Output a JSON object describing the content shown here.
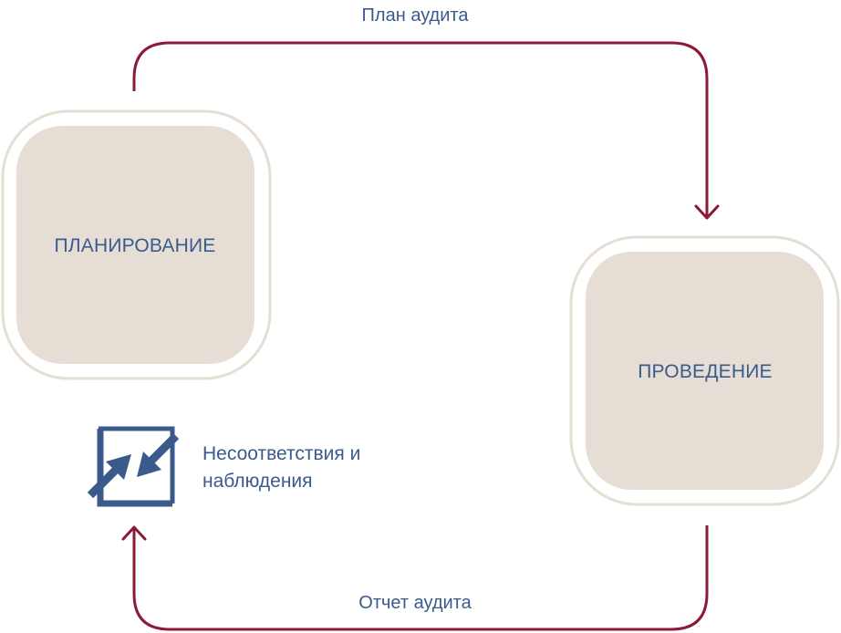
{
  "colors": {
    "arrow": "#8b1a36",
    "node_fill": "#e6ded5",
    "node_border": "#e6ded5",
    "text": "#3b5a8c",
    "icon": "#3b5a8c"
  },
  "nodes": {
    "planning": {
      "label": "ПЛАНИРОВАНИЕ"
    },
    "conducting": {
      "label": "ПРОВЕДЕНИЕ"
    }
  },
  "edges": {
    "audit_plan": {
      "label": "План аудита"
    },
    "audit_report": {
      "label": "Отчет аудита"
    }
  },
  "legend": {
    "icon": "arrows-converge-icon",
    "line1": "Несоответствия и",
    "line2": "наблюдения"
  }
}
